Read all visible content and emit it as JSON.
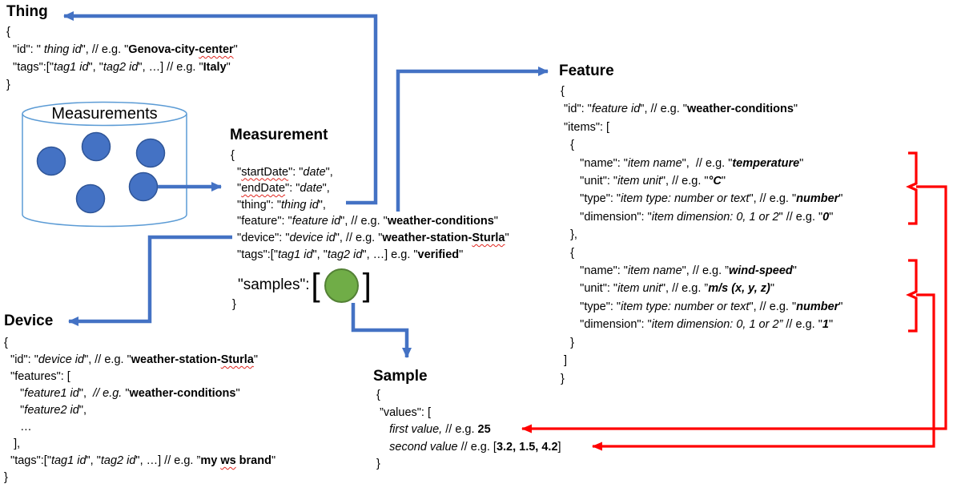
{
  "colors": {
    "accent_blue": "#4472C4",
    "arrow_red": "#FF0000",
    "sample_green": "#70AD47",
    "cylinder_outline": "#5B9BD5",
    "squiggle_red": "#e0261f"
  },
  "cylinder": {
    "label": "Measurements"
  },
  "blocks": {
    "thing": {
      "title": "Thing",
      "lines": [
        [
          [
            "n",
            "{"
          ]
        ],
        [
          [
            "n",
            "  \"id\": \" "
          ],
          [
            "i",
            "thing id"
          ],
          [
            "n",
            "\", // e.g. \""
          ],
          [
            "b",
            "Genova-city-"
          ],
          [
            "bsq",
            "center"
          ],
          [
            "n",
            "\""
          ]
        ],
        [
          [
            "n",
            "  \"tags\":[\""
          ],
          [
            "i",
            "tag1 id"
          ],
          [
            "n",
            "\", \""
          ],
          [
            "i",
            "tag2 id"
          ],
          [
            "n",
            "\", …] // e.g. \""
          ],
          [
            "b",
            "Italy"
          ],
          [
            "n",
            "\""
          ]
        ],
        [
          [
            "n",
            "}"
          ]
        ]
      ]
    },
    "measurement": {
      "title": "Measurement",
      "lines": [
        [
          [
            "n",
            "{"
          ]
        ],
        [
          [
            "n",
            "  \""
          ],
          [
            "sq",
            "startDate"
          ],
          [
            "n",
            "\": \""
          ],
          [
            "i",
            "date"
          ],
          [
            "n",
            "\","
          ]
        ],
        [
          [
            "n",
            "  \""
          ],
          [
            "sq",
            "endDate"
          ],
          [
            "n",
            "\": \""
          ],
          [
            "i",
            "date"
          ],
          [
            "n",
            "\","
          ]
        ],
        [
          [
            "n",
            "  \"thing\": \""
          ],
          [
            "i",
            "thing id"
          ],
          [
            "n",
            "\","
          ]
        ],
        [
          [
            "n",
            "  \"feature\": \""
          ],
          [
            "i",
            "feature id"
          ],
          [
            "n",
            "\", // e.g. \""
          ],
          [
            "b",
            "weather-conditions"
          ],
          [
            "n",
            "\""
          ]
        ],
        [
          [
            "n",
            "  \"device\": \""
          ],
          [
            "i",
            "device id"
          ],
          [
            "n",
            "\", // e.g. \""
          ],
          [
            "b",
            "weather-station-"
          ],
          [
            "bsq",
            "Sturla"
          ],
          [
            "n",
            "\""
          ]
        ],
        [
          [
            "n",
            "  \"tags\":[\""
          ],
          [
            "i",
            "tag1 id"
          ],
          [
            "n",
            "\", \""
          ],
          [
            "i",
            "tag2 id"
          ],
          [
            "n",
            "\", …] e.g. \""
          ],
          [
            "b",
            "verified"
          ],
          [
            "n",
            "\""
          ]
        ]
      ],
      "samples_prefix": "\"samples\": ",
      "bracket_open": "[",
      "bracket_close": "]",
      "close_line": "}"
    },
    "feature": {
      "title": "Feature",
      "lines": [
        [
          [
            "n",
            "{"
          ]
        ],
        [
          [
            "n",
            " \"id\": \""
          ],
          [
            "i",
            "feature id"
          ],
          [
            "n",
            "\", // e.g. \""
          ],
          [
            "b",
            "weather-conditions"
          ],
          [
            "n",
            "\""
          ]
        ],
        [
          [
            "n",
            " \"items\": ["
          ]
        ],
        [
          [
            "n",
            "   {"
          ]
        ],
        [
          [
            "n",
            "      \"name\": \""
          ],
          [
            "i",
            "item name"
          ],
          [
            "n",
            "\",  // e.g. \""
          ],
          [
            "bi",
            "temperature"
          ],
          [
            "n",
            "\""
          ]
        ],
        [
          [
            "n",
            "      \"unit\": \""
          ],
          [
            "i",
            "item unit"
          ],
          [
            "n",
            "\", // e.g. \""
          ],
          [
            "bi",
            "°C"
          ],
          [
            "n",
            "\""
          ]
        ],
        [
          [
            "n",
            "      \"type\": \""
          ],
          [
            "i",
            "item type: number or text"
          ],
          [
            "n",
            "\", // e.g. \""
          ],
          [
            "bi",
            "number"
          ],
          [
            "n",
            "\""
          ]
        ],
        [
          [
            "n",
            "      \"dimension\": \""
          ],
          [
            "i",
            "item dimension: 0, 1 or 2"
          ],
          [
            "n",
            "\" // e.g. \""
          ],
          [
            "bi",
            "0"
          ],
          [
            "n",
            "\""
          ]
        ],
        [
          [
            "n",
            "   },"
          ]
        ],
        [
          [
            "n",
            "   {"
          ]
        ],
        [
          [
            "n",
            "      \"name\": \""
          ],
          [
            "i",
            "item name"
          ],
          [
            "n",
            "\", // e.g. ”"
          ],
          [
            "bi",
            "wind-speed"
          ],
          [
            "n",
            "\""
          ]
        ],
        [
          [
            "n",
            "      \"unit\": \""
          ],
          [
            "i",
            "item unit"
          ],
          [
            "n",
            "\", // e.g. ”"
          ],
          [
            "bi",
            "m/s (x, y, z)"
          ],
          [
            "n",
            "\""
          ]
        ],
        [
          [
            "n",
            "      \"type\": \""
          ],
          [
            "i",
            "item type: number or text"
          ],
          [
            "n",
            "\", // e.g. \""
          ],
          [
            "bi",
            "number"
          ],
          [
            "n",
            "\""
          ]
        ],
        [
          [
            "n",
            "      \"dimension\": \""
          ],
          [
            "i",
            "item dimension: 0, 1 or 2”"
          ],
          [
            "n",
            " // e.g. \""
          ],
          [
            "bi",
            "1"
          ],
          [
            "n",
            "\""
          ]
        ],
        [
          [
            "n",
            "   }"
          ]
        ],
        [
          [
            "n",
            " ]"
          ]
        ],
        [
          [
            "n",
            "}"
          ]
        ]
      ]
    },
    "device": {
      "title": "Device",
      "lines": [
        [
          [
            "n",
            "{"
          ]
        ],
        [
          [
            "n",
            "  \"id\": \""
          ],
          [
            "i",
            "device id"
          ],
          [
            "n",
            "\", // e.g. \""
          ],
          [
            "b",
            "weather-station-"
          ],
          [
            "bsq",
            "Sturla"
          ],
          [
            "n",
            "\""
          ]
        ],
        [
          [
            "n",
            "  \"features\": ["
          ]
        ],
        [
          [
            "n",
            "     \""
          ],
          [
            "i",
            "feature1 id"
          ],
          [
            "n",
            "\",  "
          ],
          [
            "i",
            "// e.g."
          ],
          [
            "n",
            " \""
          ],
          [
            "b",
            "weather-conditions"
          ],
          [
            "n",
            "\""
          ]
        ],
        [
          [
            "n",
            "     \""
          ],
          [
            "i",
            "feature2 id"
          ],
          [
            "n",
            "\","
          ]
        ],
        [
          [
            "n",
            "     …"
          ]
        ],
        [
          [
            "n",
            "   ],"
          ]
        ],
        [
          [
            "n",
            "  \"tags\":[\""
          ],
          [
            "i",
            "tag1 id"
          ],
          [
            "n",
            "\", \""
          ],
          [
            "i",
            "tag2 id"
          ],
          [
            "n",
            "\", …] // e.g. ”"
          ],
          [
            "b",
            "my "
          ],
          [
            "bsq",
            "ws"
          ],
          [
            "b",
            " brand"
          ],
          [
            "n",
            "\""
          ]
        ],
        [
          [
            "n",
            "}"
          ]
        ]
      ]
    },
    "sample": {
      "title": "Sample",
      "lines": [
        [
          [
            "n",
            "{"
          ]
        ],
        [
          [
            "n",
            " ”values\": ["
          ]
        ],
        [
          [
            "n",
            "    "
          ],
          [
            "i",
            "first value, "
          ],
          [
            "n",
            "// e.g. "
          ],
          [
            "b",
            "25"
          ]
        ],
        [
          [
            "n",
            "    "
          ],
          [
            "i",
            "second value"
          ],
          [
            "n",
            " // e.g. ["
          ],
          [
            "b",
            "3.2, 1.5, 4.2"
          ],
          [
            "n",
            "]"
          ]
        ],
        [
          [
            "n",
            "}"
          ]
        ]
      ]
    }
  }
}
